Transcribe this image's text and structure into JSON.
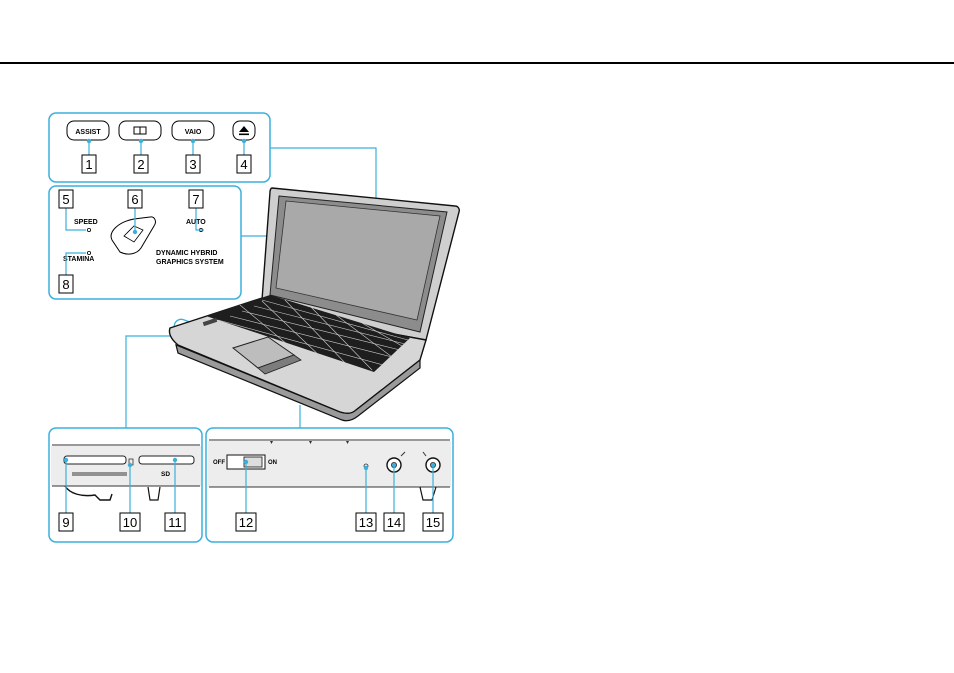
{
  "top_buttons": {
    "assist": "ASSIST",
    "vaio": "VAIO"
  },
  "mode_panel": {
    "speed": "SPEED",
    "auto": "AUTO",
    "stamina": "STAMINA",
    "dhgs_line1": "DYNAMIC HYBRID",
    "dhgs_line2": "GRAPHICS SYSTEM"
  },
  "front_left": {
    "card_label": "SD"
  },
  "front_right": {
    "off": "OFF",
    "on": "ON"
  },
  "callouts": [
    "1",
    "2",
    "3",
    "4",
    "5",
    "6",
    "7",
    "8",
    "9",
    "10",
    "11",
    "12",
    "13",
    "14",
    "15"
  ]
}
